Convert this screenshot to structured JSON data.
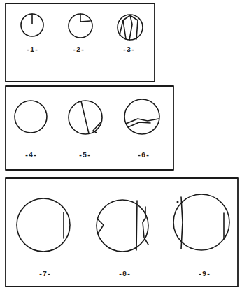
{
  "diagram": {
    "labels": [
      "-1-",
      "-2-",
      "-3-",
      "-4-",
      "-5-",
      "-6-",
      "-7-",
      "-8-",
      "-9-"
    ]
  }
}
